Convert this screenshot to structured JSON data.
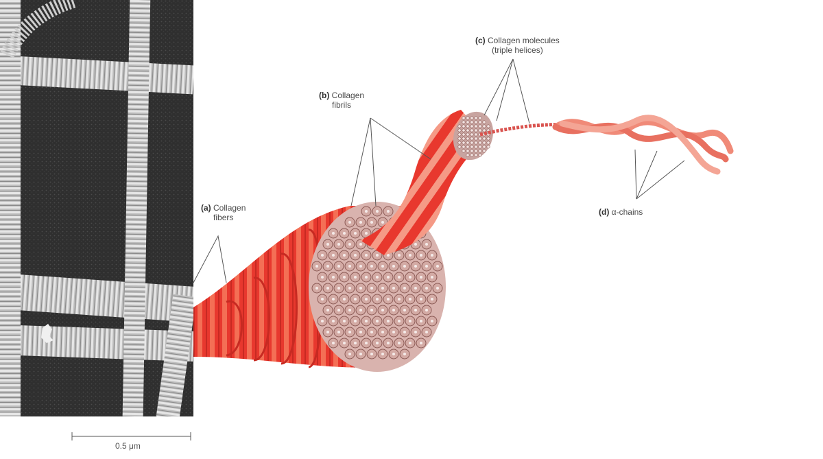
{
  "labels": {
    "a": {
      "letter": "(a)",
      "line1": "Collagen",
      "line2": "fibers"
    },
    "b": {
      "letter": "(b)",
      "line1": "Collagen",
      "line2": "fibrils"
    },
    "c": {
      "letter": "(c)",
      "line1": "Collagen molecules",
      "line2": "(triple helices)"
    },
    "d": {
      "letter": "(d)",
      "line1": "α-chains"
    }
  },
  "scale_bar": {
    "text": "0.5 μm"
  },
  "colors": {
    "fiber_red": "#e8382e",
    "fiber_light": "#f59a86",
    "fibril_pink": "#c8a4a0",
    "micrograph_bg": "#2e2e2e",
    "micrograph_fiber": "#cfcfcf",
    "leader_line": "#555555"
  }
}
